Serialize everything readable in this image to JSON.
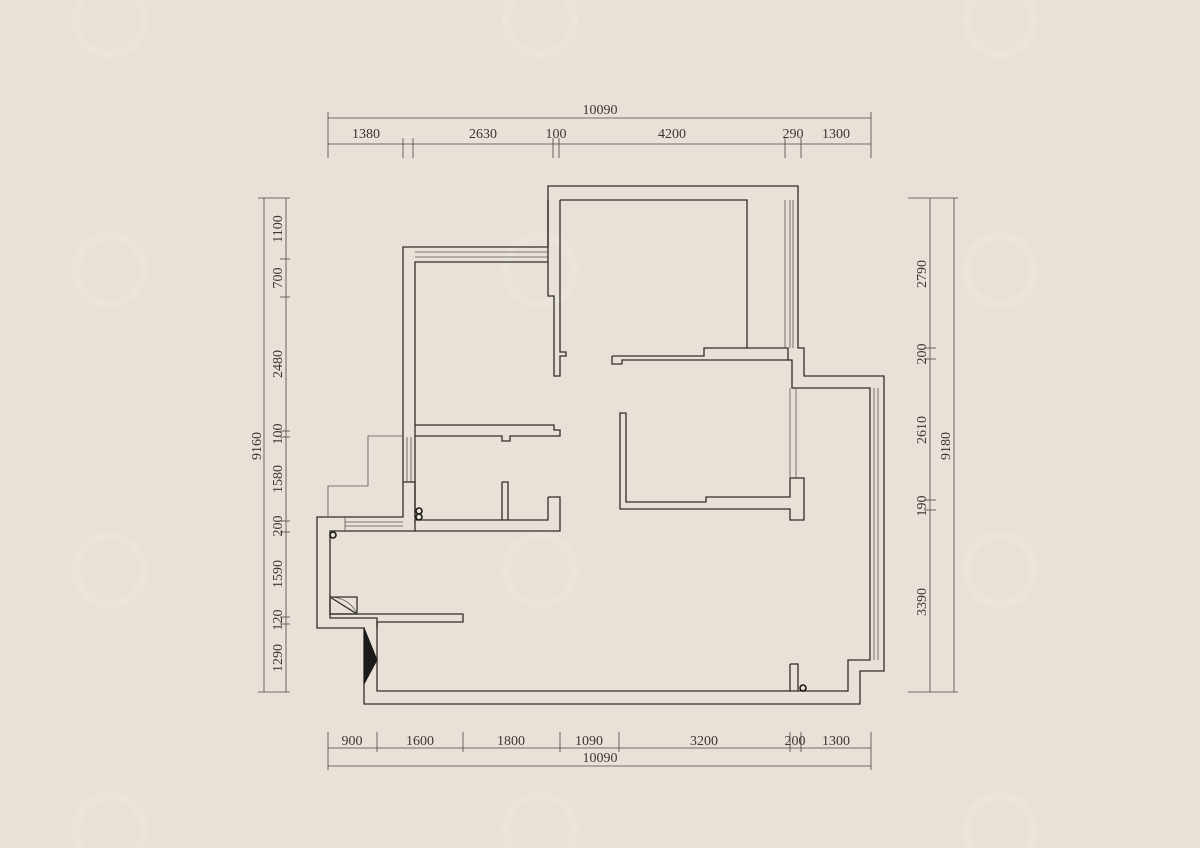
{
  "colors": {
    "background": "#e9e1d7",
    "line": "#2f2c29",
    "dimension_line": "#4a4642",
    "text": "#3a3632",
    "watermark": "#ffffff"
  },
  "dimensions": {
    "top_total": "10090",
    "top_segments": [
      "1380",
      "2630",
      "100",
      "4200",
      "290",
      "1300"
    ],
    "bottom_total": "10090",
    "bottom_segments": [
      "900",
      "1600",
      "1800",
      "1090",
      "3200",
      "200",
      "1300"
    ],
    "left_total": "9160",
    "left_segments": [
      "1100",
      "700",
      "2480",
      "100",
      "1580",
      "200",
      "1590",
      "120",
      "1290"
    ],
    "right_total": "9180",
    "right_segments": [
      "2790",
      "200",
      "2610",
      "190",
      "3390"
    ]
  },
  "watermark": {
    "icon": "watermark-logo-icon"
  }
}
